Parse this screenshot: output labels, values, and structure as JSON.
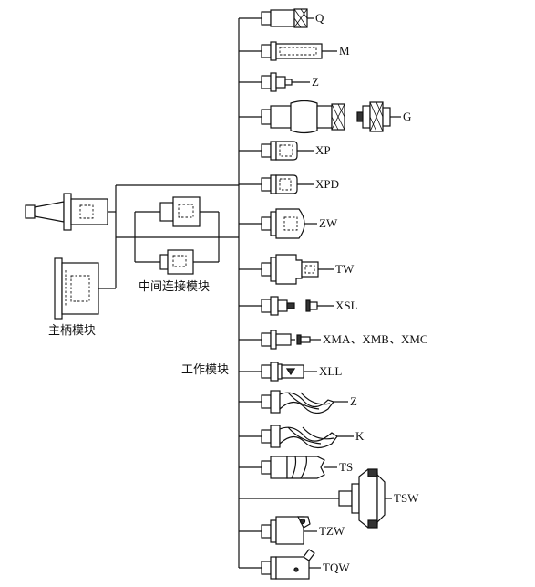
{
  "groups": {
    "main_shank": "主柄模块",
    "intermediate": "中间连接模块",
    "working": "工作模块"
  },
  "modules": [
    {
      "code": "Q"
    },
    {
      "code": "M"
    },
    {
      "code": "Z"
    },
    {
      "code": "G"
    },
    {
      "code": "XP"
    },
    {
      "code": "XPD"
    },
    {
      "code": "ZW"
    },
    {
      "code": "TW"
    },
    {
      "code": "XSL"
    },
    {
      "code": "XMA、XMB、XMC"
    },
    {
      "code": "XLL"
    },
    {
      "code": "Z"
    },
    {
      "code": "K"
    },
    {
      "code": "TS"
    },
    {
      "code": "TSW"
    },
    {
      "code": "TZW"
    },
    {
      "code": "TQW"
    }
  ]
}
